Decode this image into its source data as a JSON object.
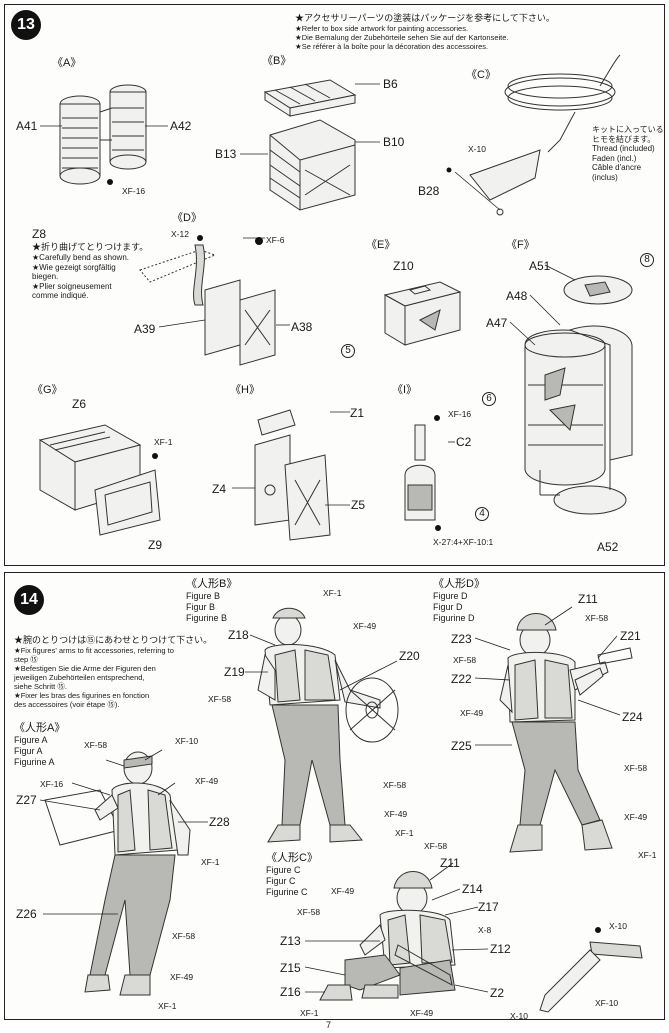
{
  "step13": {
    "number": "13",
    "notes": [
      "★アクセサリーパーツの塗装はパッケージを参考にして下さい。",
      "★Refer to box side artwork for painting accessories.",
      "★Die Bemalung der Zubehörteile sehen Sie auf der Kartonseite.",
      "★Se référer à la boîte pour la décoration des accessoires."
    ],
    "sub_a": "《A》",
    "sub_b": "《B》",
    "sub_c": "《C》",
    "sub_d": "《D》",
    "sub_e": "《E》",
    "sub_f": "《F》",
    "sub_g": "《G》",
    "sub_h": "《H》",
    "sub_i": "《I》",
    "a": {
      "a41": "A41",
      "a42": "A42",
      "xf16": "XF-16"
    },
    "b": {
      "b6": "B6",
      "b13": "B13",
      "b10": "B10"
    },
    "c": {
      "xf10": "X-10",
      "b28": "B28",
      "note_lines": [
        "キットに入っている",
        "ヒモを結びます。",
        "Thread (included)",
        "Faden (incl.)",
        "Câble d'ancre",
        "(inclus)"
      ]
    },
    "d": {
      "z8": "Z8",
      "x12": "X-12",
      "xf6": "XF-6",
      "a39": "A39",
      "a38": "A38",
      "note_lines": [
        "★折り曲げてとりつけます。",
        "★Carefully bend as shown.",
        "★Wie gezeigt sorgfältig",
        "   biegen.",
        "★Plier soigneusement",
        "   comme indiqué."
      ]
    },
    "e": {
      "z10": "Z10",
      "n5": "5"
    },
    "f": {
      "a51": "A51",
      "a48": "A48",
      "a47": "A47",
      "n8": "8",
      "n6": "6",
      "a52": "A52"
    },
    "g": {
      "z6": "Z6",
      "xf1": "XF-1",
      "z9": "Z9"
    },
    "h": {
      "z1": "Z1",
      "z4": "Z4",
      "z5": "Z5"
    },
    "i": {
      "xf16": "XF-16",
      "c2": "C2",
      "n4": "4",
      "mix": "X-27:4+XF-10:1"
    }
  },
  "step14": {
    "number": "14",
    "notes": [
      "★腕のとりつけは⑮にあわせとりつけて下さい。",
      "★Fix figures' arms to fit accessories, referring to",
      "   step ⑮",
      "★Befestigen Sie die Arme der Figuren den",
      "   jeweiligen Zubehörteilen entsprechend,",
      "   siehe Schritt ⑮.",
      "★Fixer les bras des figurines en fonction",
      "   des accessoires (voir étape ⑮)."
    ],
    "fig_a": {
      "title": "《人形A》",
      "names": [
        "Figure A",
        "Figur A",
        "Figurine A"
      ],
      "labels": [
        "XF-58",
        "XF-10",
        "XF-16",
        "XF-49",
        "Z27",
        "Z28",
        "XF-1",
        "Z26",
        "XF-58",
        "XF-49",
        "XF-1"
      ]
    },
    "fig_b": {
      "title": "《人形B》",
      "names": [
        "Figure B",
        "Figur B",
        "Figurine B"
      ],
      "labels": [
        "XF-1",
        "Z18",
        "XF-49",
        "Z19",
        "Z20",
        "XF-58",
        "XF-58",
        "XF-49",
        "XF-1"
      ]
    },
    "fig_c": {
      "title": "《人形C》",
      "names": [
        "Figure C",
        "Figur C",
        "Figurine C"
      ],
      "labels": [
        "XF-58",
        "Z11",
        "XF-49",
        "Z14",
        "XF-58",
        "Z17",
        "X-8",
        "Z13",
        "Z12",
        "Z15",
        "Z16",
        "XF-1",
        "XF-49",
        "Z2"
      ]
    },
    "fig_d": {
      "title": "《人形D》",
      "names": [
        "Figure D",
        "Figur D",
        "Figurine D"
      ],
      "labels": [
        "Z11",
        "XF-58",
        "Z23",
        "Z21",
        "XF-58",
        "Z22",
        "XF-49",
        "Z24",
        "Z25",
        "XF-58",
        "XF-49",
        "XF-1"
      ]
    },
    "rifle": {
      "x10a": "X-10",
      "xf10": "XF-10",
      "x10b": "X-10"
    }
  },
  "page_number": "7"
}
